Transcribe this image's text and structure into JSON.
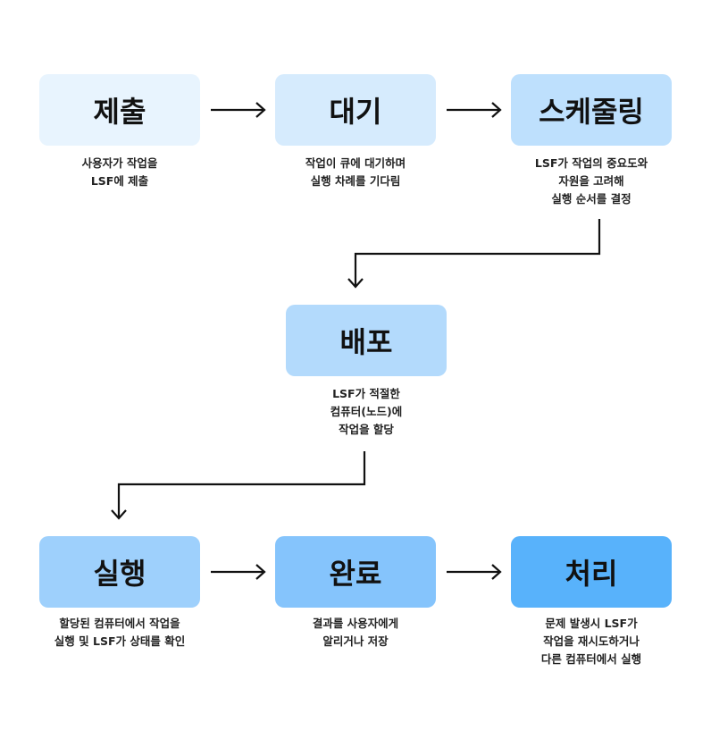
{
  "colors": {
    "submit": "#E8F4FE",
    "wait": "#D6EBFD",
    "schedule": "#BEE0FD",
    "deploy": "#B3DAFC",
    "run": "#9ED0FC",
    "complete": "#85C4FC",
    "handle": "#58B2FB",
    "arrow": "#111111"
  },
  "steps": {
    "submit": {
      "label": "제출",
      "desc": [
        "사용자가 작업을",
        "LSF에 제출"
      ]
    },
    "wait": {
      "label": "대기",
      "desc": [
        "작업이 큐에 대기하며",
        "실행 차례를 기다림"
      ]
    },
    "schedule": {
      "label": "스케줄링",
      "desc": [
        "LSF가 작업의 중요도와",
        "자원을 고려해",
        "실행 순서를 결정"
      ]
    },
    "deploy": {
      "label": "배포",
      "desc": [
        "LSF가 적절한",
        "컴퓨터(노드)에",
        "작업을 할당"
      ]
    },
    "run": {
      "label": "실행",
      "desc": [
        "할당된 컴퓨터에서 작업을",
        "실행 및 LSF가 상태를 확인"
      ]
    },
    "complete": {
      "label": "완료",
      "desc": [
        "결과를 사용자에게",
        "알리거나 저장"
      ]
    },
    "handle": {
      "label": "처리",
      "desc": [
        "문제 발생시 LSF가",
        "작업을 재시도하거나",
        "다른 컴퓨터에서 실행"
      ]
    }
  }
}
